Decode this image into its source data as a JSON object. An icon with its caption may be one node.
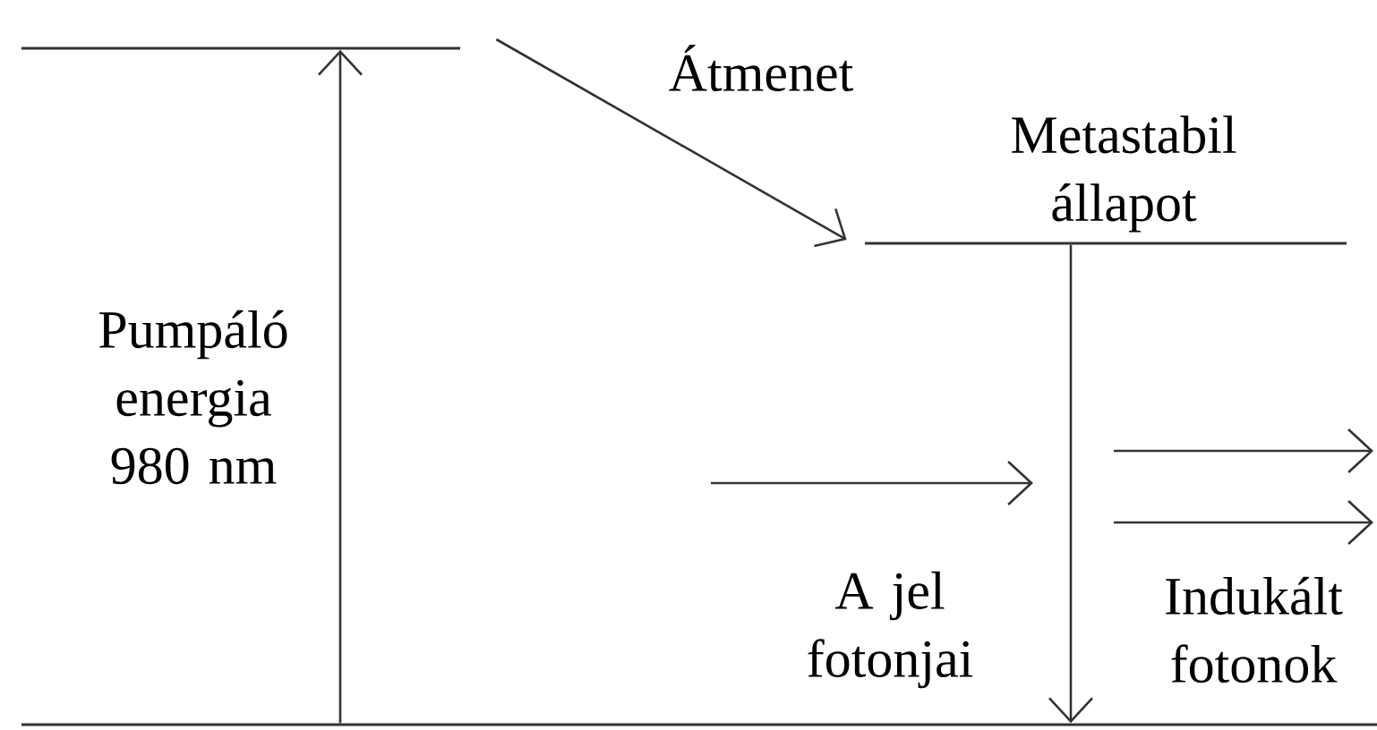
{
  "diagram": {
    "nodes": [
      {
        "text": [],
        "shape": "bar"
      },
      {
        "text": [],
        "shape": "bar",
        "beside": [
          "Metastabil állapot"
        ]
      },
      {
        "text": [],
        "shape": "bar"
      }
    ],
    "edges": [
      {
        "from": 2,
        "to": 0,
        "arrow": "to",
        "label": "Pumpáló energia 980 nm"
      },
      {
        "from": 0,
        "to": 1,
        "arrow": "to",
        "label": "Átmenet"
      },
      {
        "from": 1,
        "to": 2,
        "arrow": "to"
      }
    ],
    "labels": [
      "A jel fotonjai",
      "Indukált fotonok"
    ]
  }
}
